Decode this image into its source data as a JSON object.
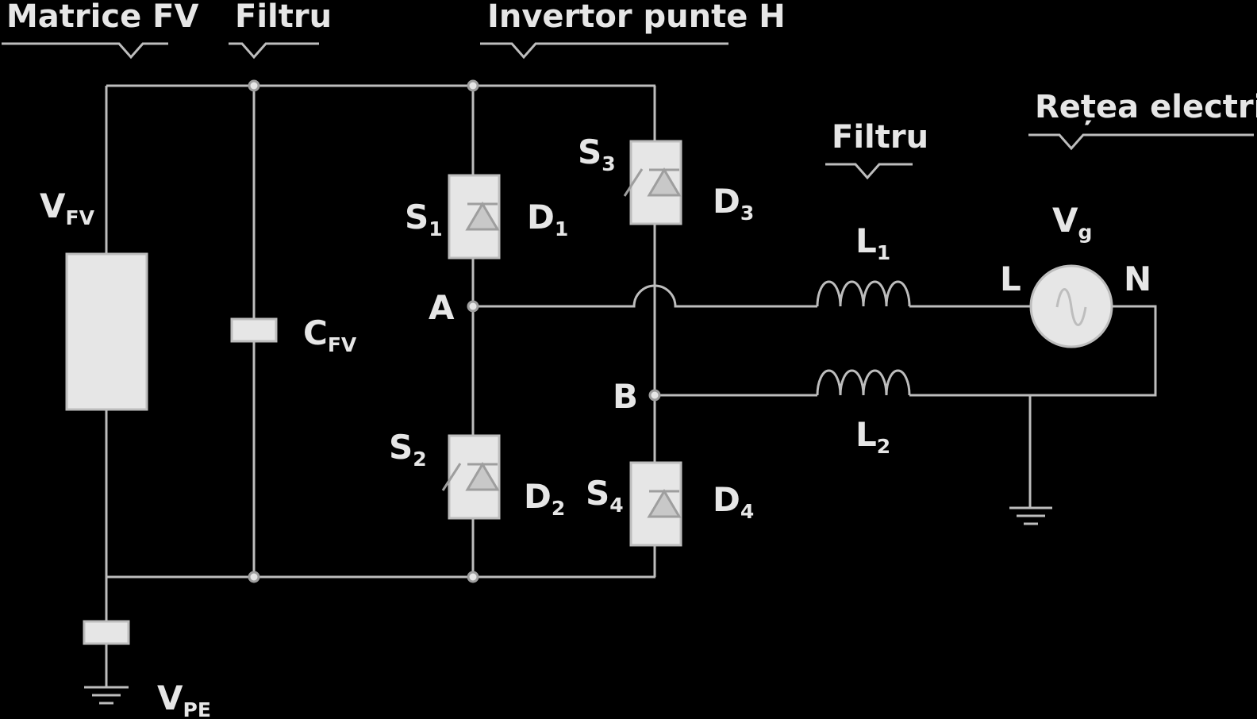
{
  "colors": {
    "background": "#000000",
    "line": "#bdbdbd",
    "fill": "#e6e6e6",
    "text": "#e6e6e6"
  },
  "sections": {
    "pv_array": "Matrice FV",
    "dc_filter": "Filtru",
    "inverter": "Invertor punte H",
    "ac_filter": "Filtru",
    "grid": "Rețea electrică"
  },
  "components": {
    "pv_voltage": {
      "main": "V",
      "sub": "FV"
    },
    "capacitor": {
      "main": "C",
      "sub": "FV"
    },
    "pe_voltage": {
      "main": "V",
      "sub": "PE"
    },
    "s1": {
      "main": "S",
      "sub": "1"
    },
    "s2": {
      "main": "S",
      "sub": "2"
    },
    "s3": {
      "main": "S",
      "sub": "3"
    },
    "s4": {
      "main": "S",
      "sub": "4"
    },
    "d1": {
      "main": "D",
      "sub": "1"
    },
    "d2": {
      "main": "D",
      "sub": "2"
    },
    "d3": {
      "main": "D",
      "sub": "3"
    },
    "d4": {
      "main": "D",
      "sub": "4"
    },
    "l1": {
      "main": "L",
      "sub": "1"
    },
    "l2": {
      "main": "L",
      "sub": "2"
    },
    "grid_voltage": {
      "main": "V",
      "sub": "g"
    }
  },
  "nodes": {
    "a": "A",
    "b": "B",
    "line": "L",
    "neutral": "N"
  }
}
